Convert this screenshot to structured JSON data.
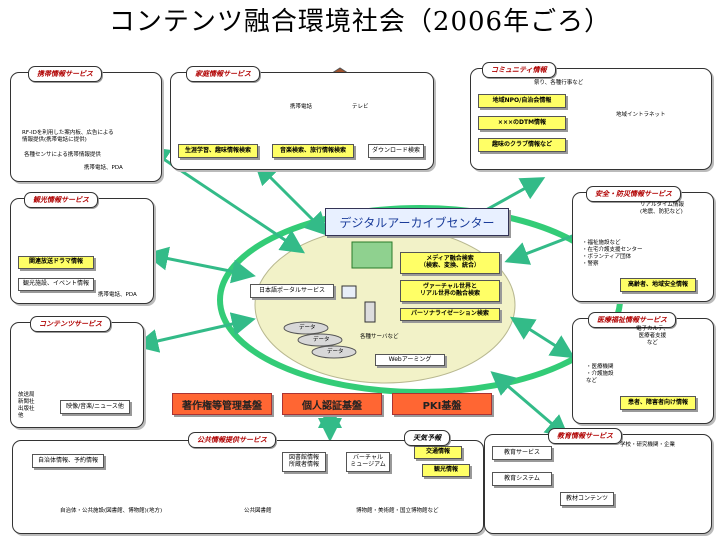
{
  "title": "コンテンツ融合環境社会（2006年ごろ）",
  "center": {
    "archive_center": "デジタルアーカイブセンター",
    "media_fusion": "メディア融合検索\n（検索、変換、統合）",
    "virtual_fusion": "ヴァーチャル世界と\nリアル世界の融合検索",
    "personalize": "パーソナライゼーション検索",
    "japan_portal": "日本語ポータルサービス",
    "server_label": "各種サーバなど",
    "web_aiming": "Webアーミング",
    "data_labels": [
      "データ",
      "データ",
      "データ"
    ]
  },
  "infra": {
    "copyright": "著作権等管理基盤",
    "personal_auth": "個人認証基盤",
    "pki": "PKI基盤"
  },
  "mobile": {
    "title": "携帯情報サービス",
    "note1": "RF-IDを利用した案内板、広告による\n情報提供(携帯電話に提供)",
    "note2": "各種センサによる携帯情報提供",
    "device": "携帯電話、PDA"
  },
  "home": {
    "title": "家庭情報サービス",
    "device_phone": "携帯電話",
    "device_tv": "テレビ",
    "box1": "生涯学習、趣味情報検索",
    "box2": "音楽検索、旅行情報検索",
    "box3": "ダウンロード検索"
  },
  "community": {
    "title": "コミュニティ情報",
    "top_note": "祭り、各種行事など",
    "box1": "地域NPO/自治会情報",
    "box2": "×××のDTM情報",
    "box3": "趣味のクラブ情報など",
    "intranet": "地域イントラネット"
  },
  "tourism": {
    "title": "観光情報サービス",
    "box1": "関連放送ドラマ情報",
    "box2": "観光施設、イベント情報",
    "device": "携帯電話、PDA"
  },
  "safety": {
    "title": "安全・防災情報サービス",
    "realtime": "リアルタイム情報\n(地震、防犯など)",
    "list": "・福祉施設など\n・在宅介護支援センター\n・ボランティア団体\n・警察",
    "box": "高齢者、地域安全情報"
  },
  "contents": {
    "title": "コンテンツサービス",
    "left_list": "放送局\n新聞社\n出版社\n他",
    "box": "映像/音楽/ニュース他"
  },
  "medical": {
    "title": "医療福祉情報サービス",
    "note": "電子カルテ、\n医療者支援\nなど",
    "list": "・医療機関\n・介護施設\nなど",
    "box": "患者、障害者向け情報"
  },
  "public": {
    "title": "公共情報提供サービス",
    "box1": "自治体情報、予約情報",
    "box2": "図書館情報\n所蔵者情報",
    "box3": "バーチャル\nミュージアム",
    "caption1": "自治体・公共施設(図書館、博物館)(地方)",
    "caption2": "公共図書館",
    "caption3": "博物館・美術館・国立博物館など"
  },
  "schedule": {
    "title": "天気予報",
    "box1": "交通情報",
    "box2": "観光情報"
  },
  "education": {
    "title": "教育情報サービス",
    "top": "学校・研究機関・企業",
    "box1": "教育サービス",
    "box2": "教育システム",
    "box3": "教材コンテンツ"
  },
  "colors": {
    "yellow": "#ffff66",
    "orange_red": "#ff6633",
    "green_arrow": "#33bb88",
    "ellipse_fill": "#f2f2c8",
    "title_red": "#b00000"
  }
}
